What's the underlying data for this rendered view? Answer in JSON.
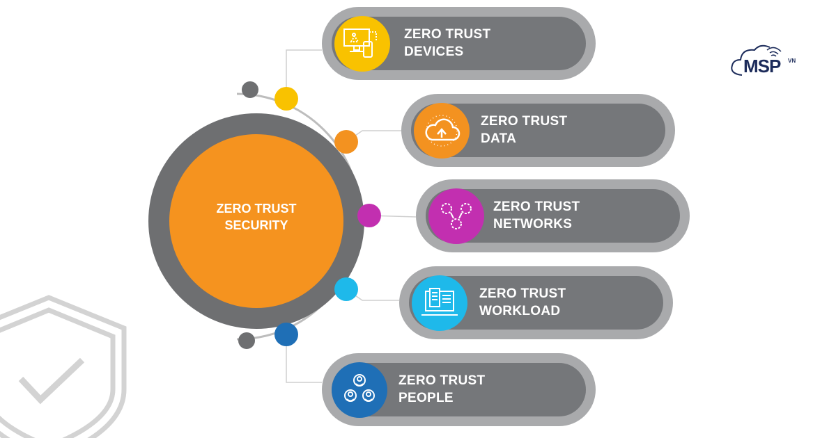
{
  "center": {
    "line1": "ZERO TRUST",
    "line2": "SECURITY"
  },
  "items": [
    {
      "line1": "ZERO TRUST",
      "line2": "DEVICES",
      "icon": "devices-icon",
      "color": "#f9c200"
    },
    {
      "line1": "ZERO TRUST",
      "line2": "DATA",
      "icon": "cloud-data-icon",
      "color": "#f39220"
    },
    {
      "line1": "ZERO TRUST",
      "line2": "NETWORKS",
      "icon": "network-gears-icon",
      "color": "#c22fb0"
    },
    {
      "line1": "ZERO TRUST",
      "line2": "WORKLOAD",
      "icon": "workload-icon",
      "color": "#1eb9ea"
    },
    {
      "line1": "ZERO TRUST",
      "line2": "PEOPLE",
      "icon": "people-icon",
      "color": "#1f6fb6"
    }
  ],
  "logo": {
    "text": "MSP",
    "suffix": "VN"
  },
  "colors": {
    "center": "#f5931f",
    "ring": "#6e6f71",
    "pill_outer": "#a9aaac",
    "pill_inner": "#75777a"
  }
}
